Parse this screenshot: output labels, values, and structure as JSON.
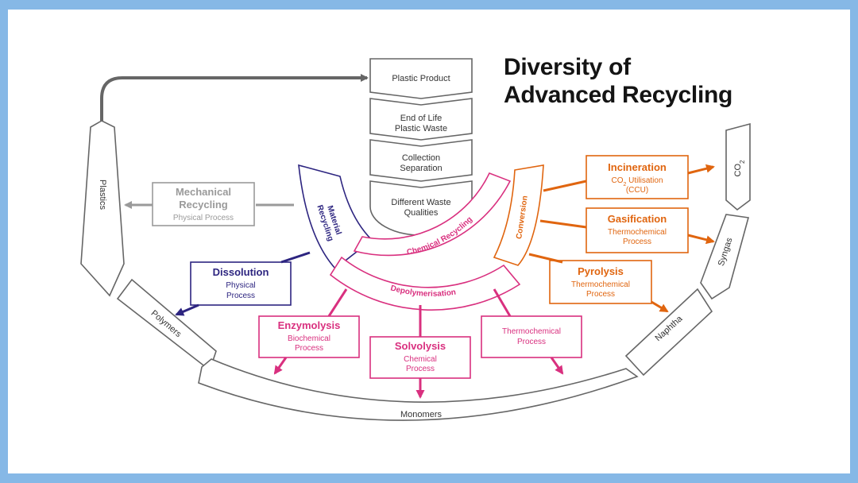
{
  "title": {
    "line1": "Diversity of",
    "line2": "Advanced Recycling"
  },
  "colors": {
    "grey": "#666666",
    "light_grey": "#9a9a9a",
    "navy": "#2d2580",
    "orange": "#e0650f",
    "magenta": "#d9307f"
  },
  "stack": [
    "Plastic Product",
    [
      "End of Life",
      "Plastic Waste"
    ],
    [
      "Collection",
      "Separation"
    ],
    [
      "Different Waste",
      "Qualities"
    ]
  ],
  "ring": {
    "plastics": "Plastics",
    "polymers": "Polymers",
    "monomers": "Monomers",
    "naphtha": "Naphtha",
    "syngas": "Syngas",
    "co2": "CO",
    "co2_sub": "2"
  },
  "material_recycling": [
    "Material",
    "Recycling"
  ],
  "chemical_recycling": "Chemical Recycling",
  "depolymerisation": "Depolymerisation",
  "conversion": "Conversion",
  "mechanical": {
    "title": [
      "Mechanical",
      "Recycling"
    ],
    "sub": "Physical Process"
  },
  "dissolution": {
    "title": "Dissolution",
    "sub": [
      "Physical",
      "Process"
    ]
  },
  "enzymolysis": {
    "title": "Enzymolysis",
    "sub": [
      "Biochemical",
      "Process"
    ]
  },
  "solvolysis": {
    "title": "Solvolysis",
    "sub": [
      "Chemical",
      "Process"
    ]
  },
  "thermochemical": {
    "sub": [
      "Thermochemical",
      "Process"
    ]
  },
  "incineration": {
    "title": "Incineration",
    "sub1": "CO",
    "sub1_sub": "2",
    "sub1_rest": " Utilisation",
    "sub2": "(CCU)"
  },
  "gasification": {
    "title": "Gasification",
    "sub": [
      "Thermochemical",
      "Process"
    ]
  },
  "pyrolysis": {
    "title": "Pyrolysis",
    "sub": [
      "Thermochemical",
      "Process"
    ]
  }
}
